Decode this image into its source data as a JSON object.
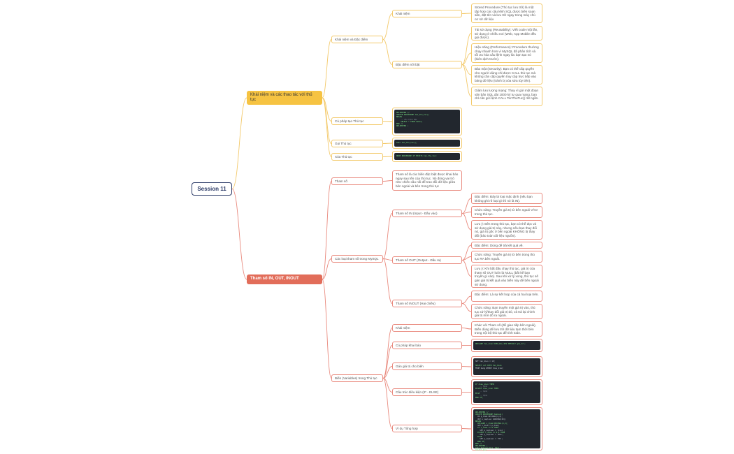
{
  "colors": {
    "root_border": "#2b3a67",
    "yellow_main": "#f6c342",
    "yellow_line": "#f3c96a",
    "red_main": "#e26d5a",
    "red_line": "#e98a7e",
    "code_bg": "#22272e"
  },
  "root": "Session 11",
  "b1": {
    "title": "Khái niệm và các thao tác với thủ tục",
    "kn": {
      "label": "Khái niệm và Đặc điểm",
      "khainiem": {
        "label": "Khái niệm",
        "text": "Stored Procedure (Thủ tục lưu trữ) là một tập hợp các câu lệnh SQL được biên soạn sẵn, đặt tên và lưu trữ ngay trong máy chủ cơ sở dữ liệu"
      },
      "dacdiem": {
        "label": "Đặc điểm nổi bật",
        "items": [
          "Tái sử dụng (Reusability): Viết code một lần, sử dụng ở nhiều nơi (Web, App Mobile đều gọi được).",
          "Hiệu năng (Performance): Procedure thường chạy nhanh hơn vì MySQL đã phân tích và tối ưu hóa câu lệnh ngay lúc bạn tạo nó (biên dịch trước).",
          "Bảo mật (Security): Bạn có thể cấp quyền cho người dùng chỉ được CALL thủ tục mà không cần cấp quyền truy cập trực tiếp vào bảng dữ liệu (tránh bị xóa sửa tùy tiện).",
          "Giảm lưu lượng mạng: Thay vì gửi một đoạn văn bản SQL dài 1000 ký tự qua mạng, bạn chỉ cần gửi lệnh CALL TenThuTuc() rất ngắn."
        ]
      }
    },
    "cuphap": {
      "label": "Cú pháp tạo Thủ tục",
      "code": [
        "DELIMITER //",
        "CREATE PROCEDURE ten_thu_tuc()",
        "BEGIN",
        "    -- câu lệnh SQL",
        "    SELECT * FROM table;",
        "END //",
        "DELIMITER ;"
      ]
    },
    "goi": {
      "label": "Gọi Thủ tục",
      "code": [
        "CALL ten_thu_tuc();"
      ]
    },
    "xoa": {
      "label": "Xóa Thủ tục",
      "code": [
        "DROP PROCEDURE IF EXISTS ten_thu_tuc;"
      ]
    }
  },
  "b2": {
    "title": "Tham số IN, OUT, INOUT",
    "thamso": {
      "label": "Tham số",
      "text": "Tham số là các biến đặc biệt được khai báo ngay sau tên của thủ tục. Nó đóng vai trò như chiếc cầu nối để trao đổi dữ liệu giữa bên ngoài và bên trong thủ tục"
    },
    "cacloai": {
      "label": "Các loại tham số trong MySQL",
      "in": {
        "label": "Tham số IN (Input - Đầu vào)",
        "items": [
          "Đặc điểm: Đây là loại mặc định (nếu bạn không ghi rõ loại gì thì nó là IN).",
          "Chức năng: Truyền giá trị từ bên ngoài VÀO trong thủ tục.",
          "Lưu ý: Bên trong thủ tục, bạn có thể đọc và sử dụng giá trị này, nhưng nếu bạn thay đổi nó, giá trị gốc ở bên ngoài KHÔNG bị thay đổi (bảo toàn dữ liệu nguồn)."
        ]
      },
      "out": {
        "label": "Tham số OUT (Output - Đầu ra)",
        "items": [
          "Đặc điểm: Dùng để trả kết quả về.",
          "Chức năng: Truyền giá trị từ bên trong thủ tục RA bên ngoài.",
          "Lưu ý: Khi bắt đầu chạy thủ tục, giá trị của tham số OUT luôn là NULL (bất kể bạn truyền gì vào). Sau khi xử lý xong, thủ tục sẽ gán giá trị kết quả vào biến này để bên ngoài sử dụng."
        ]
      },
      "inout": {
        "label": "Tham số INOUT (Hai chiều)",
        "items": [
          "Đặc điểm: Là sự kết hợp của cả hai loại trên.",
          "Chức năng: Bạn truyền một giá trị vào, thủ tục xử lý/thay đổi giá trị đó, và trả lại chính giá trị mới đó ra ngoài."
        ]
      }
    },
    "bien": {
      "label": "Biến (Variables) trong Thủ tục",
      "khainiem": {
        "label": "Khái niệm",
        "text": "Khác với Tham số (để giao tiếp bên ngoài), Biến dùng để lưu trữ dữ liệu tạm thời bên trong nội bộ thủ tục để tính toán."
      },
      "khaibao": {
        "label": "Cú pháp khai báo",
        "code": [
          "DECLARE ten_bien KIEU_DU_LIEU DEFAULT gia_tri;"
        ]
      },
      "gangiatri": {
        "label": "Gán giá trị cho biến",
        "code": [
          "SET ten_bien = 10;",
          "",
          "SELECT cot INTO ten_bien",
          "FROM bang WHERE dieu_kien;"
        ]
      },
      "dieukien": {
        "label": "Cấu trúc điều kiện (IF - ELSE)",
        "code": [
          "IF dieu_kien THEN",
          "    -- lệnh",
          "ELSEIF dieu_kien THEN",
          "    -- lệnh",
          "ELSE",
          "    -- lệnh",
          "END IF;"
        ]
      },
      "vidu": {
        "label": "Ví dụ Tổng hợp",
        "code": [
          "DELIMITER //",
          "CREATE PROCEDURE XepLoai(",
          "  IN p_diem DECIMAL(4,2),",
          "  OUT p_xeploai VARCHAR(20))",
          "BEGIN",
          "  DECLARE v_diem DECIMAL(4,2);",
          "  SET v_diem = p_diem;",
          "  IF v_diem >= 8 THEN",
          "    SET p_xeploai = 'Gioi';",
          "  ELSEIF v_diem >= 6.5 THEN",
          "    SET p_xeploai = 'Kha';",
          "  ELSE",
          "    SET p_xeploai = 'TB';",
          "  END IF;",
          "END //",
          "DELIMITER ;",
          "CALL XepLoai(8.5, @kq);",
          "SELECT @kq;"
        ]
      }
    }
  }
}
